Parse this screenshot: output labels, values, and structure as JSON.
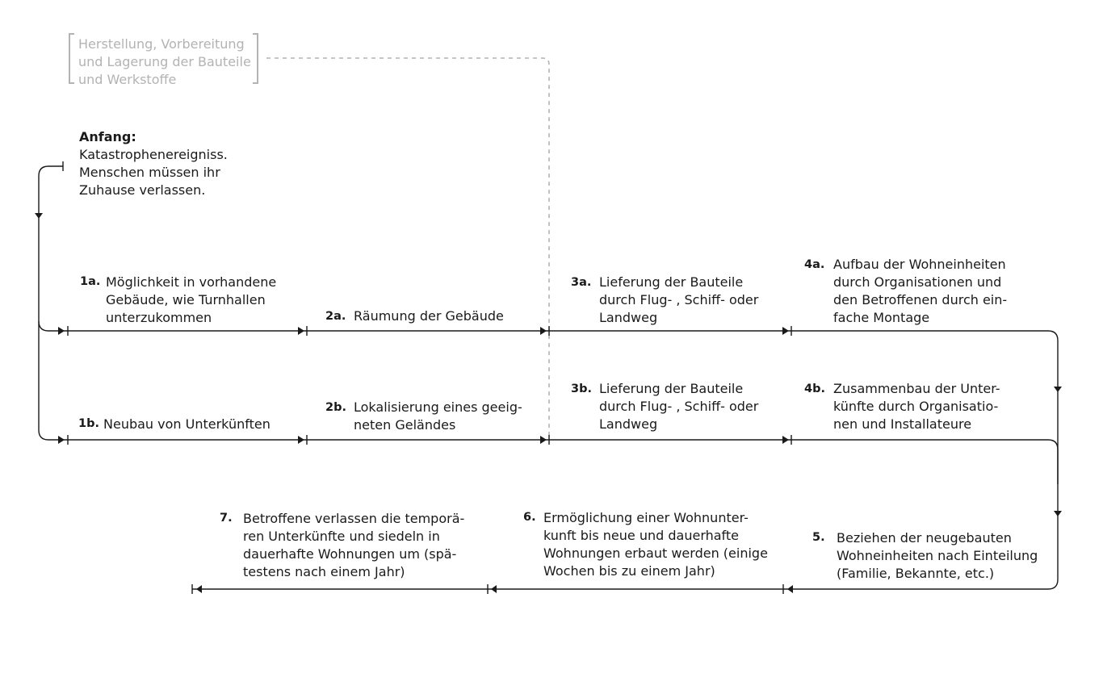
{
  "manufacturing": "Herstellung, Vorbereitung\nund Lagerung der Bauteile\nund Werkstoffe",
  "start": {
    "label": "Anfang:",
    "text": "Katastrophenereigniss.\nMenschen müssen ihr\nZuhause verlassen."
  },
  "steps": {
    "s1a": {
      "num": "1a.",
      "text": "Möglichkeit in vorhandene\nGebäude, wie Turnhallen\nunterzukommen"
    },
    "s1b": {
      "num": "1b.",
      "text": "Neubau von Unterkünften"
    },
    "s2a": {
      "num": "2a.",
      "text": "Räumung der Gebäude"
    },
    "s2b": {
      "num": "2b.",
      "text": "Lokalisierung eines geeig-\nneten Geländes"
    },
    "s3a": {
      "num": "3a.",
      "text": "Lieferung der Bauteile\ndurch Flug- , Schiff- oder\nLandweg"
    },
    "s3b": {
      "num": "3b.",
      "text": "Lieferung der Bauteile\ndurch Flug- , Schiff- oder\nLandweg"
    },
    "s4a": {
      "num": "4a.",
      "text": "Aufbau der Wohneinheiten\ndurch Organisationen und\nden Betroffenen durch ein-\nfache Montage"
    },
    "s4b": {
      "num": "4b.",
      "text": "Zusammenbau der Unter-\nkünfte durch Organisatio-\nnen und Installateure"
    },
    "s5": {
      "num": "5.",
      "text": "Beziehen der neugebauten\nWohneinheiten nach Einteilung\n(Familie, Bekannte, etc.)"
    },
    "s6": {
      "num": "6.",
      "text": "Ermöglichung einer Wohnunter-\nkunft bis neue und dauerhafte\nWohnungen erbaut werden (einige\nWochen bis zu einem Jahr)"
    },
    "s7": {
      "num": "7.",
      "text": "Betroffene verlassen die temporä-\nren Unterkünfte und siedeln in\ndauerhafte Wohnungen um (spä-\ntestens nach einem Jahr)"
    }
  },
  "colors": {
    "line": "#1a1a1a",
    "muted": "#b3b3b3"
  }
}
